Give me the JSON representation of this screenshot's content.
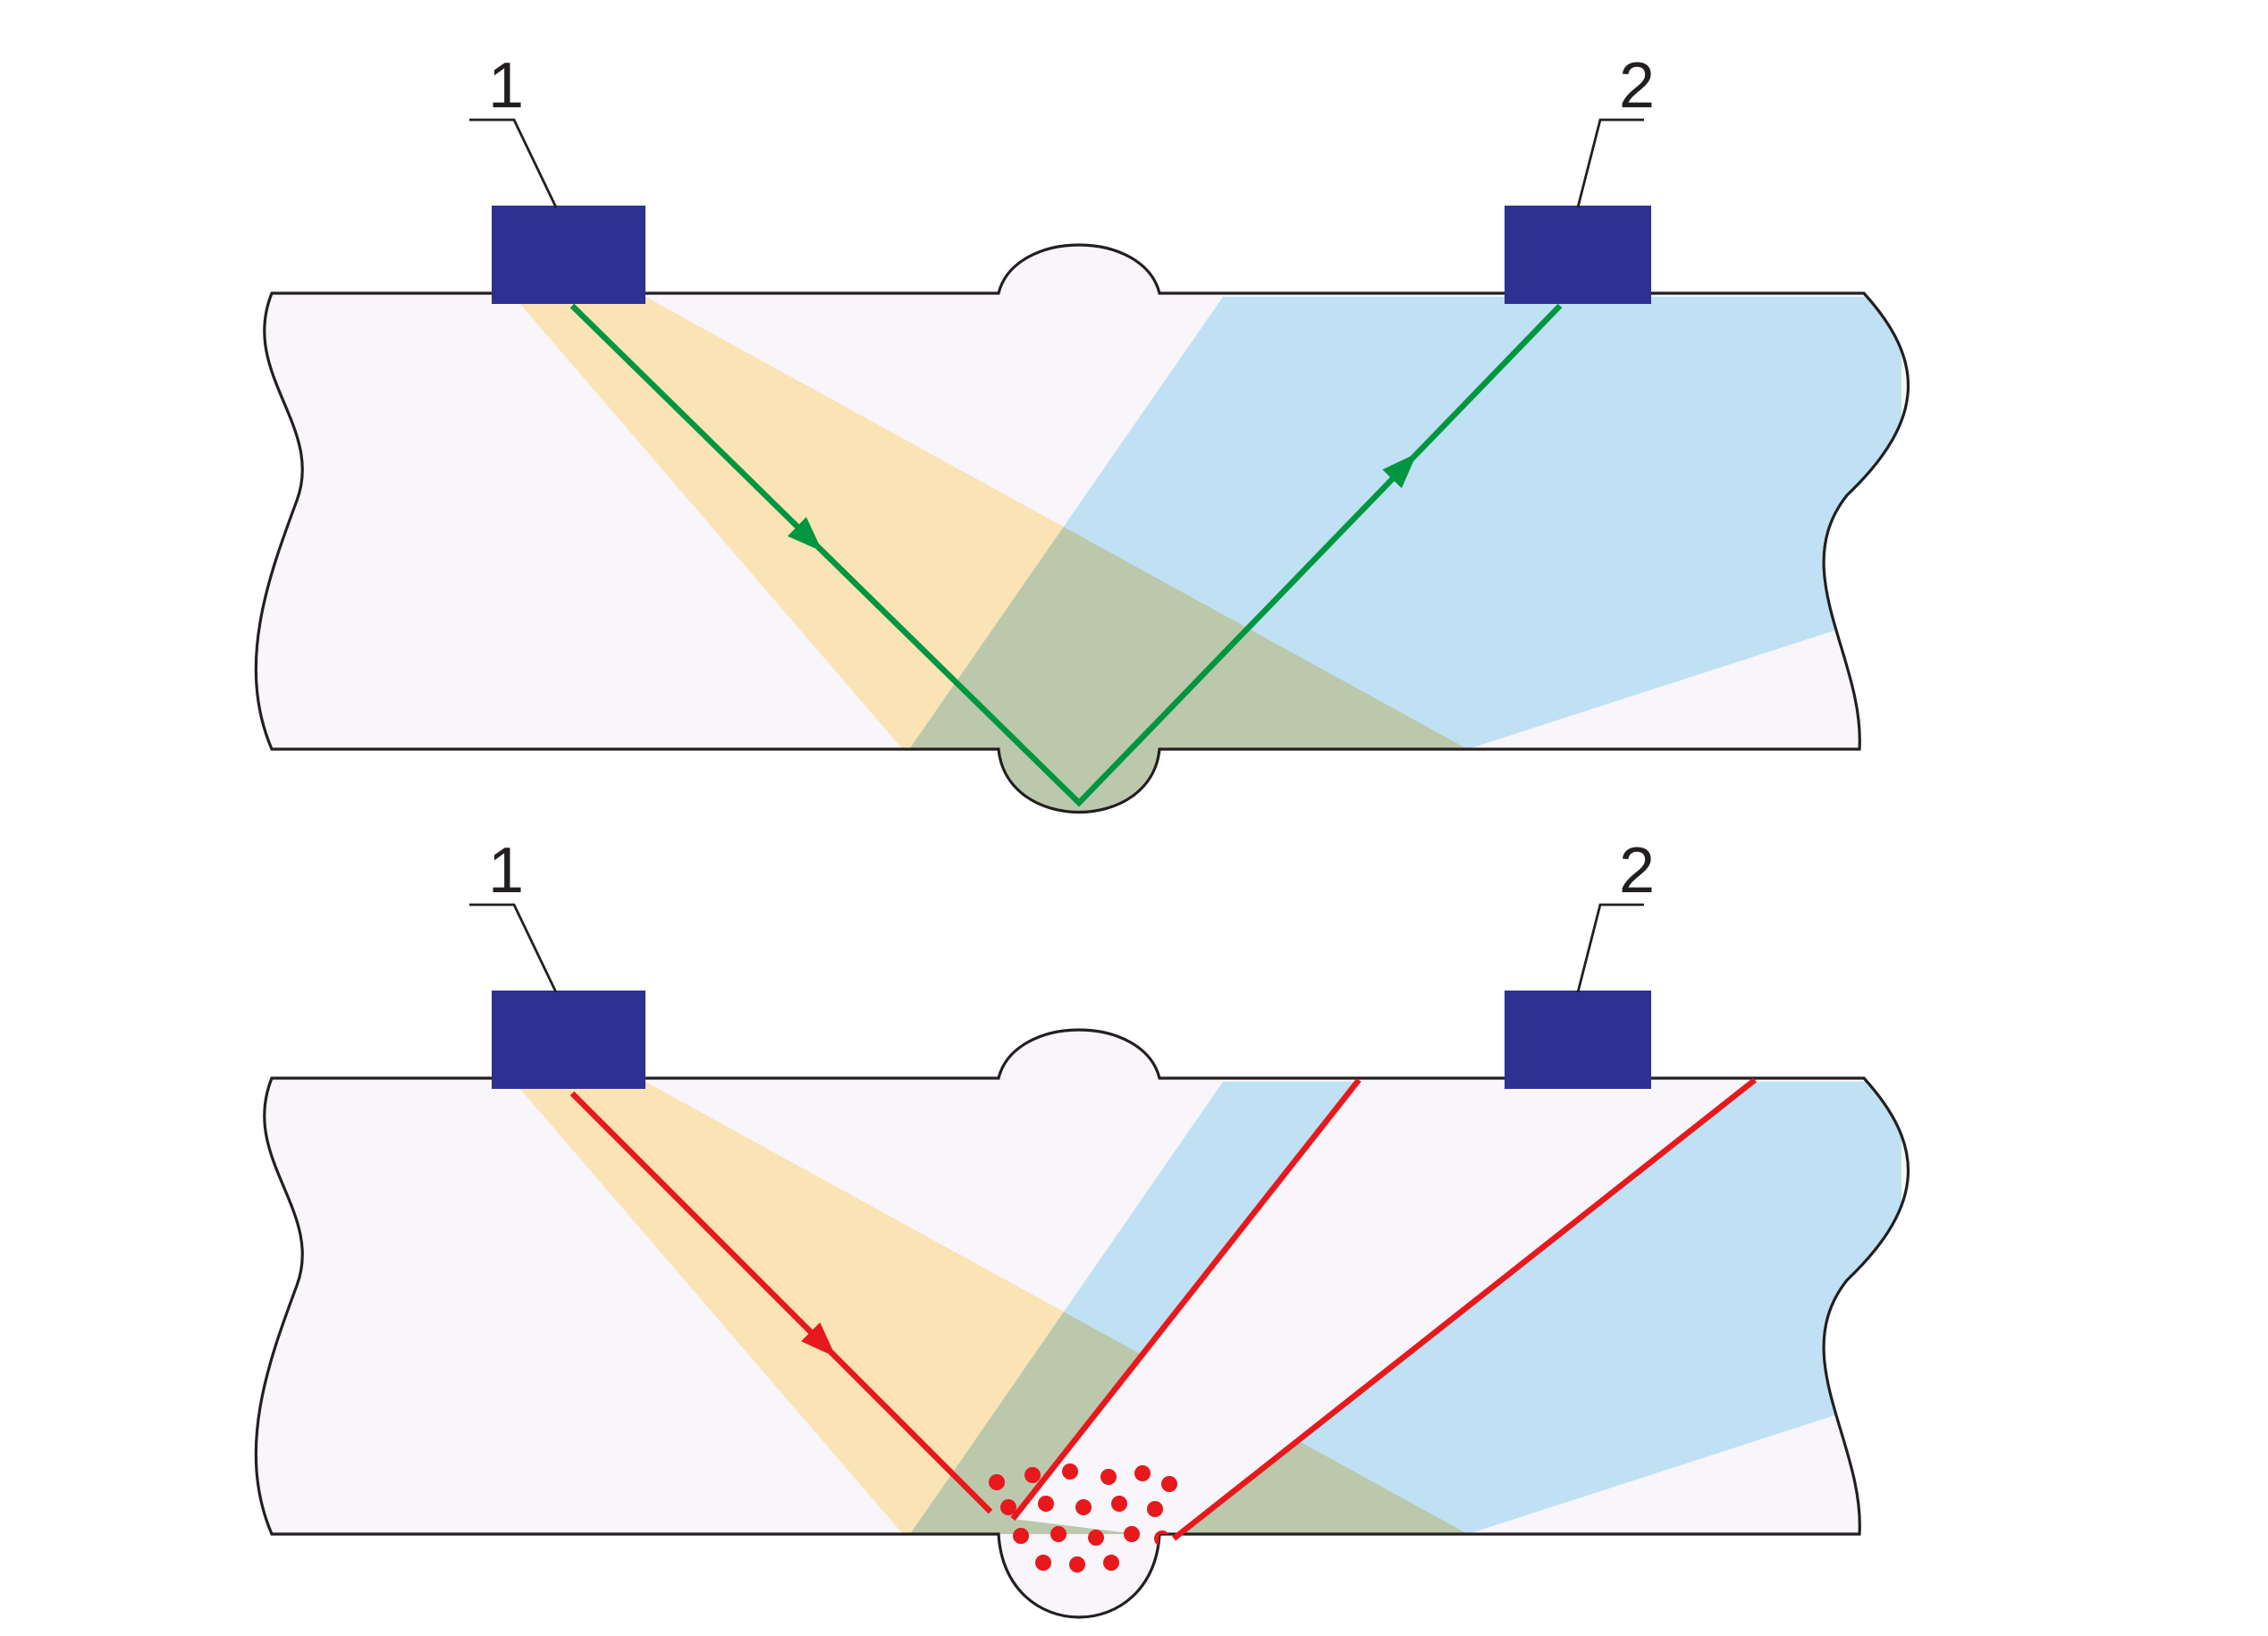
{
  "diagrams": [
    {
      "labels": {
        "probe1": "1",
        "probe2": "2"
      }
    },
    {
      "labels": {
        "probe1": "1",
        "probe2": "2"
      }
    }
  ],
  "colors": {
    "background": "#ffffff",
    "plate_fill": "#f8f5fb",
    "outline": "#231f20",
    "transducer": "#2e3192",
    "beam_transmit": "#fae3b5",
    "beam_receive": "#bfe1f3",
    "ray_good": "#009640",
    "ray_defect": "#e7191d",
    "defect_dots": "#e7191d",
    "label_text": "#231f20"
  }
}
